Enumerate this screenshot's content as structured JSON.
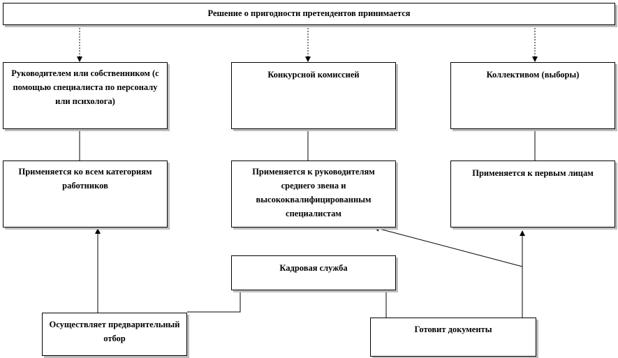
{
  "diagram": {
    "top": "Решение о пригодности претендентов принимается",
    "owner": "Руководителем или собственником (с помощью специалиста по персоналу или психолога)",
    "competition": "Конкурсной комиссией",
    "collective": "Коллективом (выборы)",
    "all_categories": "Применяется ко всем категориям  работников",
    "middle_managers": "Применяется к руководителям среднего звена и высококвалифицированным специалистам",
    "first_persons": "Применяется к первым лицам",
    "hr_service": "Кадровая служба",
    "preselection": "Осуществляет предварительный отбор",
    "documents": "Готовит документы"
  },
  "colors": {
    "line": "#000000",
    "shadow": "#bdbdbd",
    "background": "#ffffff"
  }
}
